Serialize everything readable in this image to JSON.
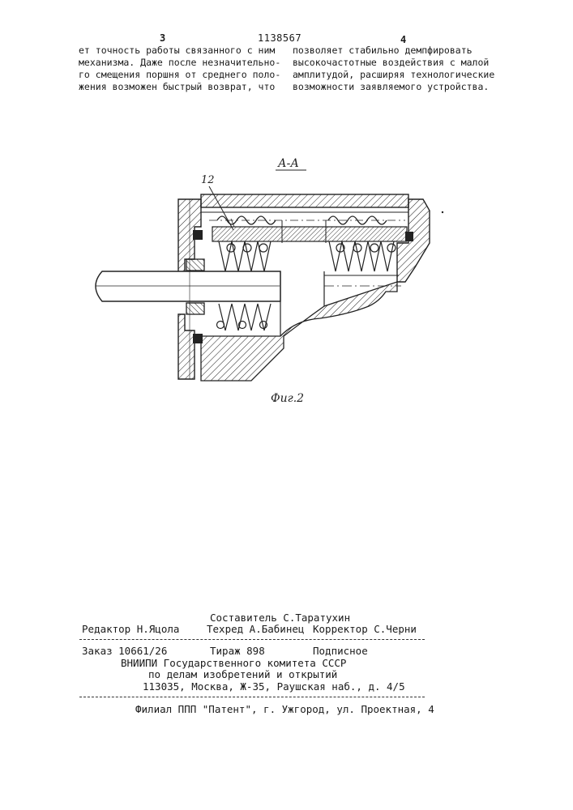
{
  "header": {
    "left_column_number": "3",
    "patent_number": "1138567",
    "right_column_number": "4"
  },
  "left_column": {
    "lines": [
      "ет точность работы связанного с ним",
      "механизма. Даже после незначительно-",
      "го смещения поршня от среднего поло-",
      "жения возможен быстрый возврат, что"
    ]
  },
  "right_column": {
    "lines": [
      "позволяет стабильно демпфировать",
      "высокочастотные воздействия с малой",
      "амплитудой, расширяя технологические",
      "возможности заявляемого устройства."
    ]
  },
  "figure": {
    "section_label": "А-А",
    "part_label": "12",
    "caption": "Фиг.2"
  },
  "imprint": {
    "compiler": "Составитель С.Таратухин",
    "editor": "Редактор Н.Яцола",
    "techred": "Техред А.Бабинец",
    "corrector": "Корректор С.Черни",
    "order": "Заказ 10661/26",
    "circulation": "Тираж 898",
    "subscription": "Подписное",
    "org_line1": "ВНИИПИ Государственного комитета СССР",
    "org_line2": "по делам изобретений и открытий",
    "address": "113035, Москва, Ж-35, Раушская наб., д. 4/5",
    "branch": "Филиал ППП \"Патент\", г. Ужгород, ул. Проектная, 4"
  }
}
